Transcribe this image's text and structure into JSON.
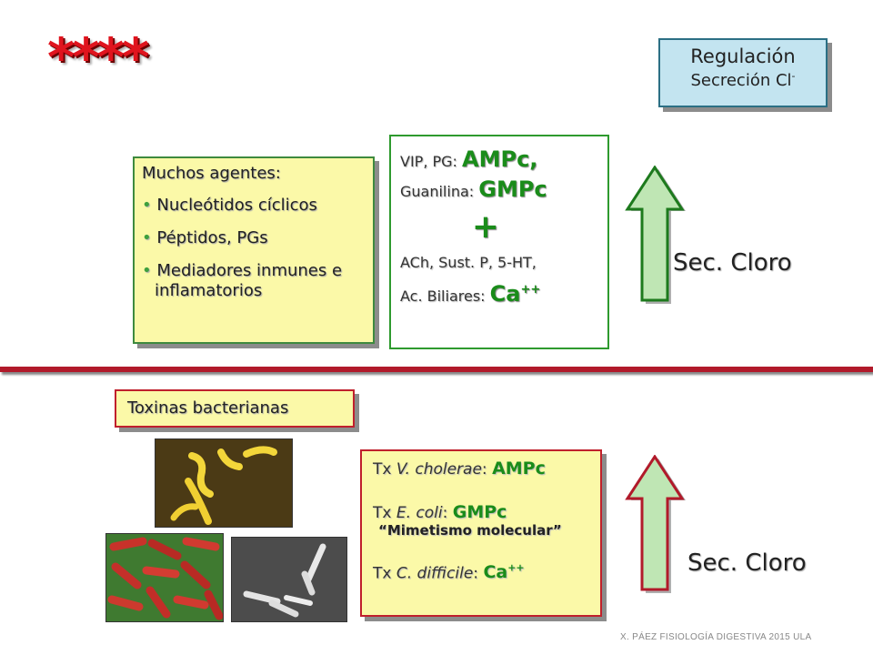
{
  "header": {
    "stars": "****"
  },
  "regulation": {
    "title": "Regulación",
    "subtitle": "Secreción Cl",
    "subtitle_sup": "-"
  },
  "agents": {
    "heading": "Muchos agentes:",
    "items": [
      {
        "bullet": "•",
        "text": "Nucleótidos cíclicos"
      },
      {
        "bullet": "•",
        "text": "Péptidos, PGs"
      },
      {
        "bullet": "•",
        "text": "Mediadores inmunes e inflamatorios"
      }
    ]
  },
  "mechanisms": {
    "line1_label": "VIP, PG: ",
    "line1_value": "AMPc,",
    "line2_label": "Guanilina: ",
    "line2_value": "GMPc",
    "plus": "+",
    "line3_label": "ACh, Sust. P, 5-HT,",
    "line4_label": "Ac. Biliares: ",
    "line4_value": "Ca",
    "line4_sup": "++"
  },
  "top_arrow": {
    "label": "Sec. Cloro"
  },
  "toxins": {
    "label": "Toxinas bacterianas"
  },
  "tx": {
    "line1_prefix": "Tx ",
    "line1_org": "V. cholerae",
    "line1_sep": ": ",
    "line1_value": "AMPc",
    "line2_prefix": "Tx ",
    "line2_org": "E. coli",
    "line2_sep": ": ",
    "line2_value": "GMPc",
    "mimicry": "“Mimetismo molecular”",
    "line3_prefix": "Tx ",
    "line3_org": "C. difficile",
    "line3_sep": ": ",
    "line3_value": "Ca",
    "line3_sup": "++"
  },
  "bottom_arrow": {
    "label": "Sec. Cloro"
  },
  "footer": {
    "text": "X. PÁEZ   FISIOLOGÍA DIGESTIVA 2015  ULA"
  },
  "colors": {
    "accent_red": "#b11a2a",
    "accent_green": "#1a8c1a",
    "box_yellow": "#fbf9a8",
    "box_blue": "#c3e4f0",
    "arrow_fill": "#bfe6b4"
  }
}
